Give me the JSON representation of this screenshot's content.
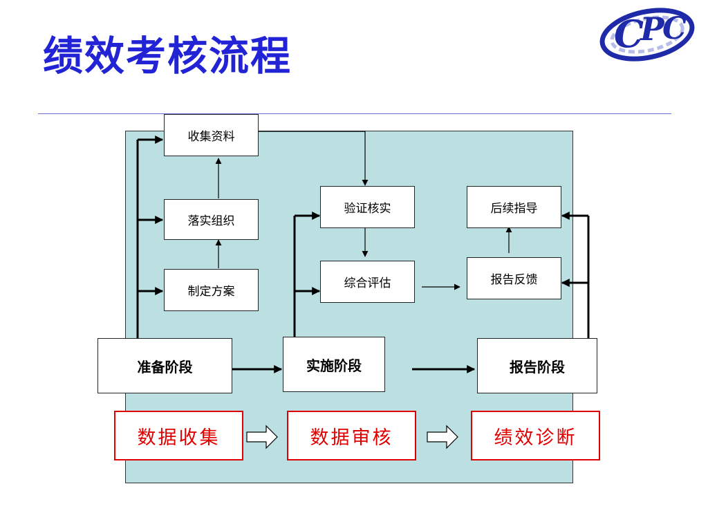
{
  "title": "绩效考核流程",
  "logo_text": "CPC",
  "colors": {
    "title": "#2323d6",
    "panel": "#bcdfe2",
    "highlight_border": "#e00000",
    "highlight_text": "#e00000"
  },
  "diagram": {
    "stages": [
      "准备阶段",
      "实施阶段",
      "报告阶段"
    ],
    "prep_steps": [
      "收集资料",
      "落实组织",
      "制定方案"
    ],
    "impl_steps": [
      "验证核实",
      "综合评估"
    ],
    "report_steps": [
      "后续指导",
      "报告反馈"
    ],
    "outcomes": [
      "数据收集",
      "数据审核",
      "绩效诊断"
    ]
  }
}
